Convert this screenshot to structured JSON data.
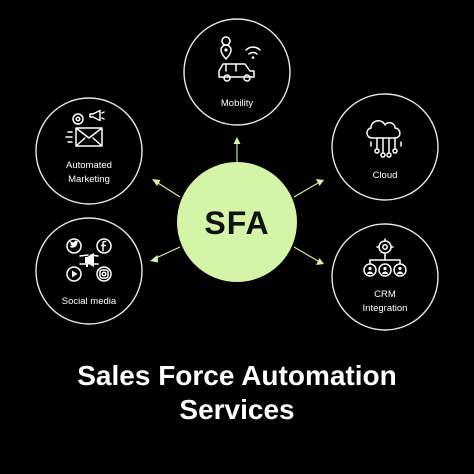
{
  "hub": {
    "label": "SFA",
    "color": "#d4f5a8"
  },
  "nodes": [
    {
      "label_lines": [
        "Mobility"
      ],
      "icon": "car-wifi-location-icon"
    },
    {
      "label_lines": [
        "Cloud"
      ],
      "icon": "cloud-network-icon"
    },
    {
      "label_lines": [
        "CRM",
        "Integration"
      ],
      "icon": "gear-people-network-icon"
    },
    {
      "label_lines": [
        "Social media"
      ],
      "icon": "social-media-icons-cluster"
    },
    {
      "label_lines": [
        "Automated",
        "Marketing"
      ],
      "icon": "envelope-megaphone-icon"
    }
  ],
  "title": {
    "line1": "Sales Force Automation",
    "line2": "Services"
  },
  "colors": {
    "background": "#000000",
    "ring": "#e8e8e8",
    "accent": "#d4f5a8"
  }
}
